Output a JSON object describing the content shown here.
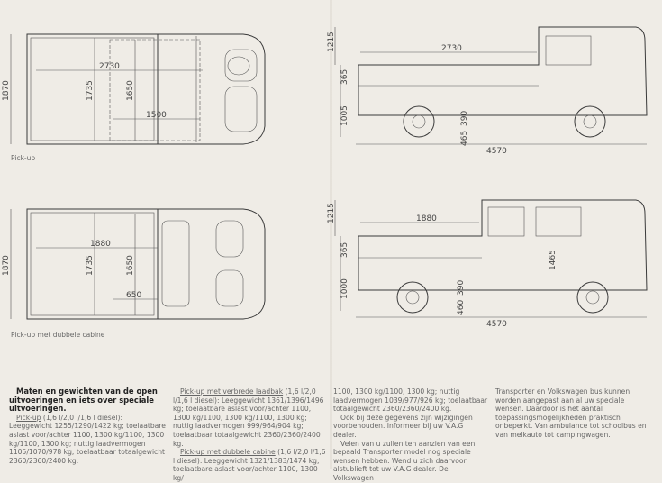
{
  "left_page": {
    "top_view_pickup": {
      "caption": "Pick-up",
      "dims": {
        "width": "1870",
        "bed_length": "2730",
        "bed_width": "1735",
        "inner_width": "1650",
        "cab_depth": "1500"
      }
    },
    "top_view_double_cab": {
      "caption": "Pick-up met dubbele cabine",
      "dims": {
        "width": "1870",
        "bed_length": "1880",
        "bed_width": "1735",
        "inner_width": "1650",
        "seat_depth": "650"
      }
    }
  },
  "right_page": {
    "side_view_pickup": {
      "dims": {
        "cab_height": "1215",
        "bed_length": "2730",
        "side_height": "365",
        "floor_height": "1005",
        "clearance": "390",
        "sill": "465",
        "length": "4570"
      }
    },
    "side_view_double_cab": {
      "dims": {
        "cab_height": "1215",
        "bed_length": "1880",
        "side_height": "365",
        "inner_height": "1465",
        "floor_height": "1000",
        "clearance": "390",
        "sill": "460",
        "length": "4570"
      }
    }
  },
  "text": {
    "heading": "Maten en gewichten van de open uitvoeringen en iets over speciale uitvoeringen.",
    "p1_title": "Pick-up",
    "p1": " (1,6 l/2,0 l/1,6 l diesel): Leeggewicht 1255/1290/1422 kg; toelaatbare aslast voor/achter 1100, 1300 kg/1100, 1300 kg/1100, 1300 kg; nuttig laadvermogen 1105/1070/978 kg; toelaatbaar totaalgewicht 2360/2360/2400 kg.",
    "p2_title": "Pick-up met verbrede laadbak",
    "p2": " (1,6 l/2,0 l/1,6 l diesel): Leeggewicht 1361/1396/1496 kg; toelaatbare aslast voor/achter 1100, 1300 kg/1100, 1300 kg/1100, 1300 kg; nuttig laadvermogen 999/964/904 kg; toelaatbaar totaalgewicht 2360/2360/2400 kg.",
    "p3_title": "Pick-up met dubbele cabine",
    "p3": " (1,6 l/2,0 l/1,6 l diesel): Leeggewicht 1321/1383/1474 kg; toelaatbare aslast voor/achter 1100, 1300 kg/",
    "p4": "1100, 1300 kg/1100, 1300 kg; nuttig laadvermogen 1039/977/926 kg; toelaatbaar totaalgewicht 2360/2360/2400 kg.",
    "p5": "Ook bij deze gegevens zijn wijzigingen voorbehouden. Informeer bij uw V.A.G dealer.",
    "p6": "Velen van u zullen ten aanzien van een bepaald Transporter model nog speciale wensen hebben. Wend u zich daarvoor alstublieft tot uw V.A.G dealer. De Volkswagen",
    "p7": "Transporter en Volkswagen bus kunnen worden aangepast aan al uw speciale wensen. Daardoor is het aantal toepassingsmogelijkheden praktisch onbeperkt. Van ambulance tot schoolbus en van melkauto tot campingwagen."
  }
}
